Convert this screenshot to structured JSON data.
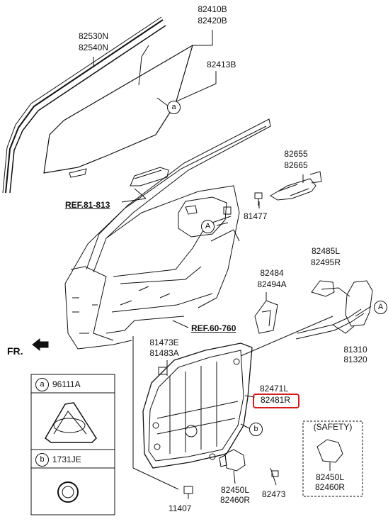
{
  "colors": {
    "line": "#111111",
    "highlight": "#d21d1d",
    "background": "#ffffff"
  },
  "labels": {
    "p82410b": "82410B",
    "p82420b": "82420B",
    "p82530n": "82530N",
    "p82540n": "82540N",
    "p82413b": "82413B",
    "ref81813": "REF.81-813",
    "p82655": "82655",
    "p82665": "82665",
    "p81477": "81477",
    "p82485l": "82485L",
    "p82495r": "82495R",
    "p82484": "82484",
    "p82494a": "82494A",
    "ref60760": "REF.60-760",
    "fr": "FR.",
    "p81473e": "81473E",
    "p81483a": "81483A",
    "p81310": "81310",
    "p81320": "81320",
    "p82471l": "82471L",
    "p82481r": "82481R",
    "safety": "(SAFETY)",
    "p82450l_a": "82450L",
    "p82460r_a": "82460R",
    "p82450l_b": "82450L",
    "p82460r_b": "82460R",
    "p82473": "82473",
    "p11407": "11407"
  },
  "callouts": {
    "a": "a",
    "b": "b",
    "A": "A"
  },
  "legend": {
    "a_letter": "a",
    "a_part": "96111A",
    "b_letter": "b",
    "b_part": "1731JE"
  }
}
